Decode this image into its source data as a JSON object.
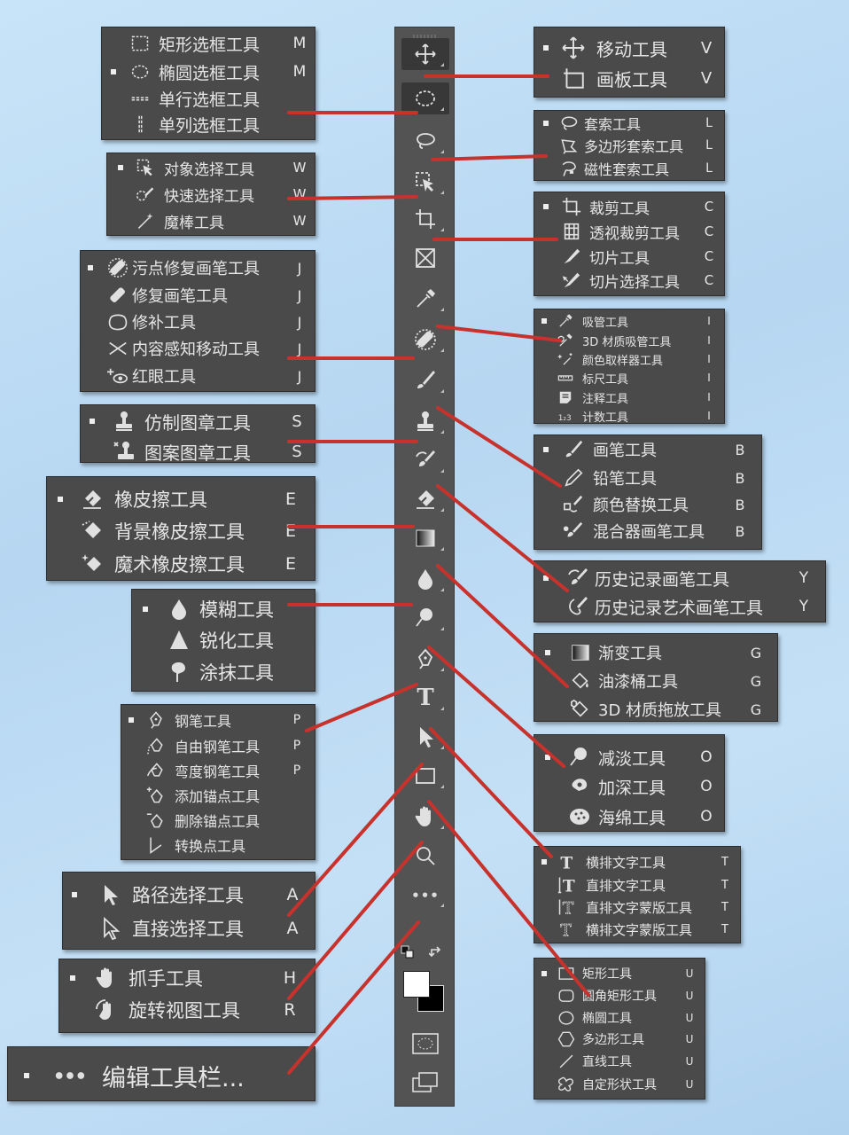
{
  "toolbar": {
    "tools": [
      {
        "icon": "move-icon",
        "active": true
      },
      {
        "icon": "elliptical-marquee-icon",
        "active": true
      },
      {
        "icon": "lasso-icon"
      },
      {
        "icon": "object-selection-icon"
      },
      {
        "icon": "crop-icon"
      },
      {
        "icon": "frame-icon"
      },
      {
        "icon": "eyedropper-icon"
      },
      {
        "icon": "spot-healing-icon"
      },
      {
        "icon": "brush-icon"
      },
      {
        "icon": "clone-stamp-icon"
      },
      {
        "icon": "history-brush-icon"
      },
      {
        "icon": "eraser-icon"
      },
      {
        "icon": "gradient-icon"
      },
      {
        "icon": "blur-icon"
      },
      {
        "icon": "dodge-icon"
      },
      {
        "icon": "pen-icon"
      },
      {
        "icon": "type-icon",
        "text": "T"
      },
      {
        "icon": "path-selection-icon"
      },
      {
        "icon": "rectangle-icon"
      },
      {
        "icon": "hand-icon"
      },
      {
        "icon": "zoom-icon"
      },
      {
        "icon": "more-icon",
        "text": "•••"
      }
    ]
  },
  "panels": [
    {
      "id": "marquee",
      "rows": [
        {
          "icon": "rect-marquee-icon",
          "label": "矩形选框工具",
          "key": "M"
        },
        {
          "icon": "ellipse-marquee-icon",
          "label": "椭圆选框工具",
          "key": "M",
          "selected": true
        },
        {
          "icon": "single-row-marquee-icon",
          "label": "单行选框工具",
          "key": ""
        },
        {
          "icon": "single-column-marquee-icon",
          "label": "单列选框工具",
          "key": ""
        }
      ]
    },
    {
      "id": "selection",
      "rows": [
        {
          "icon": "object-selection-icon",
          "label": "对象选择工具",
          "key": "W",
          "selected": true
        },
        {
          "icon": "quick-selection-icon",
          "label": "快速选择工具",
          "key": "W"
        },
        {
          "icon": "magic-wand-icon",
          "label": "魔棒工具",
          "key": "W"
        }
      ]
    },
    {
      "id": "healing",
      "rows": [
        {
          "icon": "spot-healing-icon",
          "label": "污点修复画笔工具",
          "key": "J",
          "selected": true
        },
        {
          "icon": "healing-brush-icon",
          "label": "修复画笔工具",
          "key": "J"
        },
        {
          "icon": "patch-icon",
          "label": "修补工具",
          "key": "J"
        },
        {
          "icon": "content-aware-move-icon",
          "label": "内容感知移动工具",
          "key": "J"
        },
        {
          "icon": "red-eye-icon",
          "label": "红眼工具",
          "key": "J"
        }
      ]
    },
    {
      "id": "stamp",
      "rows": [
        {
          "icon": "clone-stamp-icon",
          "label": "仿制图章工具",
          "key": "S",
          "selected": true
        },
        {
          "icon": "pattern-stamp-icon",
          "label": "图案图章工具",
          "key": "S"
        }
      ]
    },
    {
      "id": "eraser",
      "rows": [
        {
          "icon": "eraser-icon",
          "label": "橡皮擦工具",
          "key": "E",
          "selected": true
        },
        {
          "icon": "background-eraser-icon",
          "label": "背景橡皮擦工具",
          "key": "E"
        },
        {
          "icon": "magic-eraser-icon",
          "label": "魔术橡皮擦工具",
          "key": "E"
        }
      ]
    },
    {
      "id": "blur",
      "rows": [
        {
          "icon": "blur-icon",
          "label": "模糊工具",
          "key": "",
          "selected": true
        },
        {
          "icon": "sharpen-icon",
          "label": "锐化工具",
          "key": ""
        },
        {
          "icon": "smudge-icon",
          "label": "涂抹工具",
          "key": ""
        }
      ]
    },
    {
      "id": "pen",
      "rows": [
        {
          "icon": "pen-icon",
          "label": "钢笔工具",
          "key": "P",
          "selected": true
        },
        {
          "icon": "freeform-pen-icon",
          "label": "自由钢笔工具",
          "key": "P"
        },
        {
          "icon": "curvature-pen-icon",
          "label": "弯度钢笔工具",
          "key": "P"
        },
        {
          "icon": "add-anchor-icon",
          "label": "添加锚点工具",
          "key": ""
        },
        {
          "icon": "delete-anchor-icon",
          "label": "删除锚点工具",
          "key": ""
        },
        {
          "icon": "convert-point-icon",
          "label": "转换点工具",
          "key": ""
        }
      ]
    },
    {
      "id": "path-select",
      "rows": [
        {
          "icon": "path-selection-icon",
          "label": "路径选择工具",
          "key": "A",
          "selected": true
        },
        {
          "icon": "direct-selection-icon",
          "label": "直接选择工具",
          "key": "A"
        }
      ]
    },
    {
      "id": "hand",
      "rows": [
        {
          "icon": "hand-icon",
          "label": "抓手工具",
          "key": "H",
          "selected": true
        },
        {
          "icon": "rotate-view-icon",
          "label": "旋转视图工具",
          "key": "R"
        }
      ]
    },
    {
      "id": "edit-toolbar",
      "rows": [
        {
          "icon": "more-icon",
          "label": "编辑工具栏...",
          "key": "",
          "selected": true
        }
      ]
    },
    {
      "id": "move",
      "rows": [
        {
          "icon": "move-icon",
          "label": "移动工具",
          "key": "V",
          "selected": true
        },
        {
          "icon": "artboard-icon",
          "label": "画板工具",
          "key": "V"
        }
      ]
    },
    {
      "id": "lasso",
      "rows": [
        {
          "icon": "lasso-icon",
          "label": "套索工具",
          "key": "L",
          "selected": true
        },
        {
          "icon": "polygonal-lasso-icon",
          "label": "多边形套索工具",
          "key": "L"
        },
        {
          "icon": "magnetic-lasso-icon",
          "label": "磁性套索工具",
          "key": "L"
        }
      ]
    },
    {
      "id": "crop",
      "rows": [
        {
          "icon": "crop-icon",
          "label": "裁剪工具",
          "key": "C",
          "selected": true
        },
        {
          "icon": "perspective-crop-icon",
          "label": "透视裁剪工具",
          "key": "C"
        },
        {
          "icon": "slice-icon",
          "label": "切片工具",
          "key": "C"
        },
        {
          "icon": "slice-select-icon",
          "label": "切片选择工具",
          "key": "C"
        }
      ]
    },
    {
      "id": "eyedropper",
      "rows": [
        {
          "icon": "eyedropper-icon",
          "label": "吸管工具",
          "key": "I",
          "selected": true
        },
        {
          "icon": "3d-material-eyedropper-icon",
          "label": "3D 材质吸管工具",
          "key": "I"
        },
        {
          "icon": "color-sampler-icon",
          "label": "颜色取样器工具",
          "key": "I"
        },
        {
          "icon": "ruler-icon",
          "label": "标尺工具",
          "key": "I"
        },
        {
          "icon": "note-icon",
          "label": "注释工具",
          "key": "I"
        },
        {
          "icon": "count-icon",
          "label": "计数工具",
          "key": "I"
        }
      ]
    },
    {
      "id": "brush",
      "rows": [
        {
          "icon": "brush-icon",
          "label": "画笔工具",
          "key": "B",
          "selected": true
        },
        {
          "icon": "pencil-icon",
          "label": "铅笔工具",
          "key": "B"
        },
        {
          "icon": "color-replacement-icon",
          "label": "颜色替换工具",
          "key": "B"
        },
        {
          "icon": "mixer-brush-icon",
          "label": "混合器画笔工具",
          "key": "B"
        }
      ]
    },
    {
      "id": "history",
      "rows": [
        {
          "icon": "history-brush-icon",
          "label": "历史记录画笔工具",
          "key": "Y",
          "selected": true
        },
        {
          "icon": "art-history-brush-icon",
          "label": "历史记录艺术画笔工具",
          "key": "Y"
        }
      ]
    },
    {
      "id": "gradient",
      "rows": [
        {
          "icon": "gradient-icon",
          "label": "渐变工具",
          "key": "G",
          "selected": true
        },
        {
          "icon": "paint-bucket-icon",
          "label": "油漆桶工具",
          "key": "G"
        },
        {
          "icon": "3d-material-drop-icon",
          "label": "3D 材质拖放工具",
          "key": "G"
        }
      ]
    },
    {
      "id": "dodge",
      "rows": [
        {
          "icon": "dodge-icon",
          "label": "减淡工具",
          "key": "O",
          "selected": true
        },
        {
          "icon": "burn-icon",
          "label": "加深工具",
          "key": "O"
        },
        {
          "icon": "sponge-icon",
          "label": "海绵工具",
          "key": "O"
        }
      ]
    },
    {
      "id": "type",
      "rows": [
        {
          "icon": "horizontal-type-icon",
          "label": "横排文字工具",
          "key": "T",
          "selected": true
        },
        {
          "icon": "vertical-type-icon",
          "label": "直排文字工具",
          "key": "T"
        },
        {
          "icon": "vertical-type-mask-icon",
          "label": "直排文字蒙版工具",
          "key": "T"
        },
        {
          "icon": "horizontal-type-mask-icon",
          "label": "横排文字蒙版工具",
          "key": "T"
        }
      ]
    },
    {
      "id": "shape",
      "rows": [
        {
          "icon": "rectangle-icon",
          "label": "矩形工具",
          "key": "U",
          "selected": true
        },
        {
          "icon": "rounded-rectangle-icon",
          "label": "圆角矩形工具",
          "key": "U"
        },
        {
          "icon": "ellipse-icon",
          "label": "椭圆工具",
          "key": "U"
        },
        {
          "icon": "polygon-icon",
          "label": "多边形工具",
          "key": "U"
        },
        {
          "icon": "line-icon",
          "label": "直线工具",
          "key": "U"
        },
        {
          "icon": "custom-shape-icon",
          "label": "自定形状工具",
          "key": "U"
        }
      ]
    }
  ],
  "colors": {
    "connector": "#c8322c",
    "panel_bg": "#4a4a4a",
    "toolbar_bg": "#535353"
  }
}
